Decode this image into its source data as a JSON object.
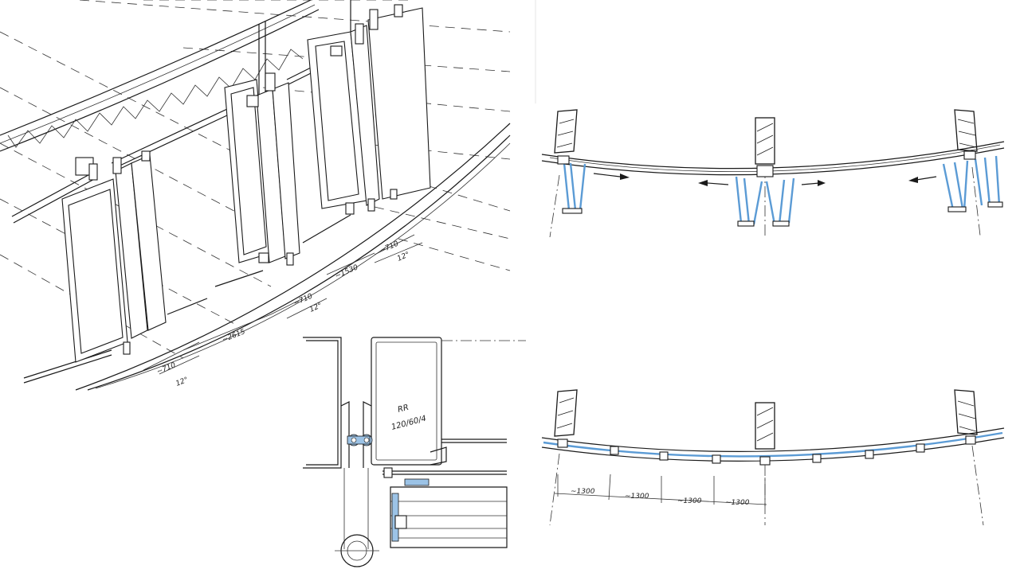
{
  "colors": {
    "background": "#ffffff",
    "ink": "#1a1a1a",
    "glass_blue": "#5b9bd5"
  },
  "isometric": {
    "dimensions": {
      "d1": "~2615",
      "d2": "~1530",
      "d3": "~710",
      "d4": "~710",
      "d5": "~710",
      "a1": "12°",
      "a2": "12°",
      "a3": "12°"
    }
  },
  "detail_section": {
    "profile_label_1": "RR",
    "profile_label_2": "120/60/4"
  },
  "plan_bottom": {
    "spacings": [
      "~1300",
      "~1300",
      "~1300",
      "~1300"
    ]
  }
}
